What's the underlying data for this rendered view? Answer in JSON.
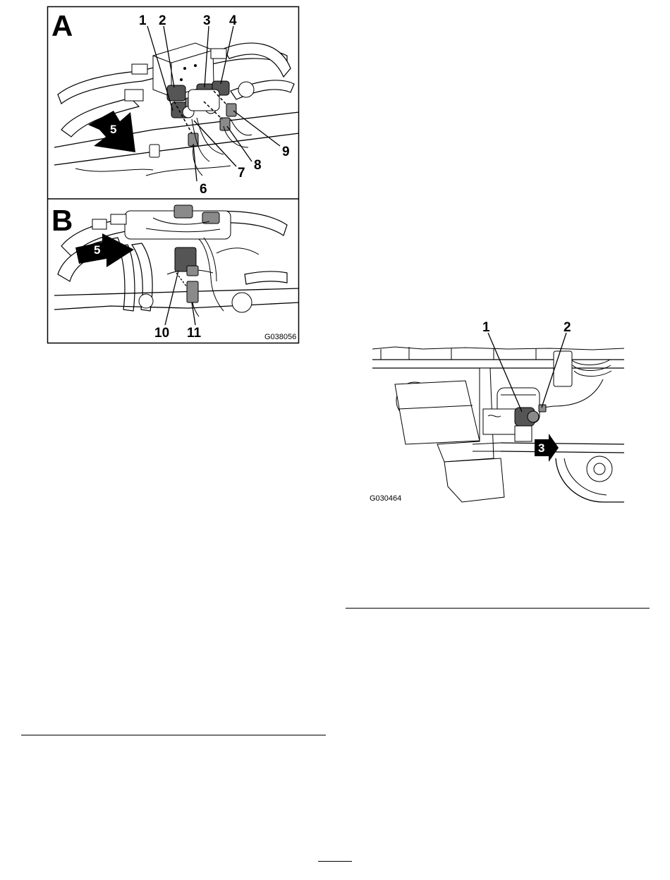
{
  "figure1": {
    "panel_a": {
      "letter": "A",
      "callouts": [
        "1",
        "2",
        "3",
        "4",
        "5",
        "6",
        "7",
        "8",
        "9"
      ]
    },
    "panel_b": {
      "letter": "B",
      "callouts": [
        "5",
        "10",
        "11"
      ],
      "code": "G038056"
    }
  },
  "figure2": {
    "callouts": [
      "1",
      "2",
      "3"
    ],
    "code": "G030464"
  },
  "colors": {
    "ink": "#000000",
    "shade_dark": "#555555",
    "shade_mid": "#8a8a8a",
    "paper": "#ffffff"
  }
}
